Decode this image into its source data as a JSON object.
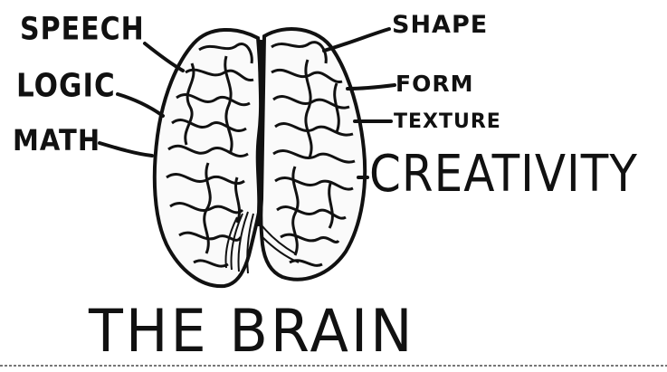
{
  "labels": {
    "left": [
      "SPEECH",
      "LOGIC",
      "MATH"
    ],
    "right": [
      "SHAPE",
      "FORM",
      "TEXTURE",
      "CREATIVITY"
    ]
  },
  "title": "THE BRAIN",
  "colors": {
    "ink": "#111111",
    "background": "#ffffff"
  }
}
